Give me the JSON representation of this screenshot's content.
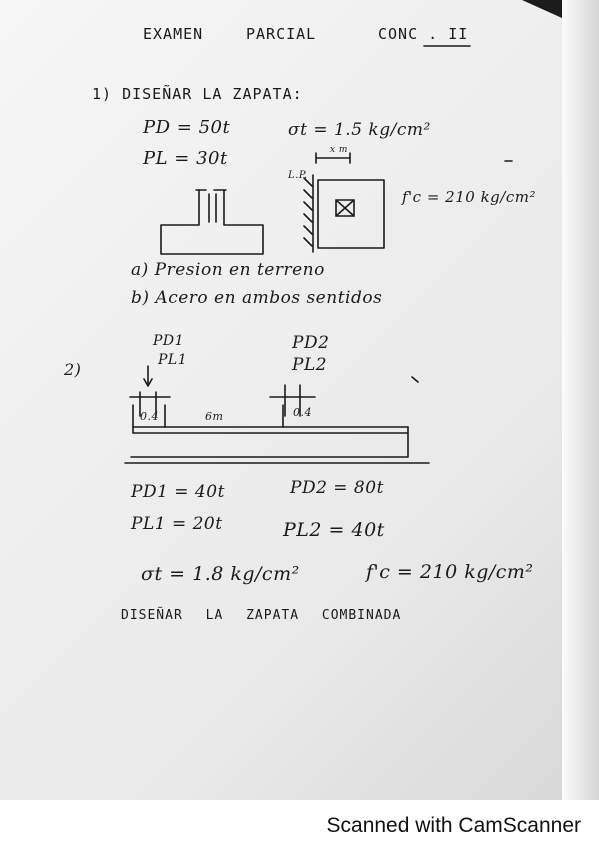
{
  "header": {
    "title_exam": "EXAMEN",
    "title_parcial": "PARCIAL",
    "title_course": "CONC . II"
  },
  "problem1": {
    "number": "1)",
    "title": "DISEÑAR LA ZAPATA:",
    "pd": "PD = 50t",
    "pl": "PL = 30t",
    "sigma": "σt = 1.5 kg/cm²",
    "xm": "x m",
    "lp": "L.P.",
    "fc": "f'c = 210 kg/cm²",
    "item_a": "a) Presion en terreno",
    "item_b": "b) Acero en ambos sentidos"
  },
  "problem2": {
    "number": "2)",
    "load1_d": "PD1",
    "load1_l": "PL1",
    "load2_d": "PD2",
    "load2_l": "PL2",
    "col1_width": "0.4",
    "span": "6m",
    "col2_width": "0.4",
    "pd1": "PD1 = 40t",
    "pl1": "PL1 = 20t",
    "pd2": "PD2 = 80t",
    "pl2": "PL2 = 40t",
    "sigma": "σt = 1.8 kg/cm²",
    "fc": "f'c = 210 kg/cm²",
    "instruction": "DISEÑAR LA ZAPATA COMBINADA"
  },
  "footer": {
    "scanner": "Scanned with CamScanner"
  }
}
